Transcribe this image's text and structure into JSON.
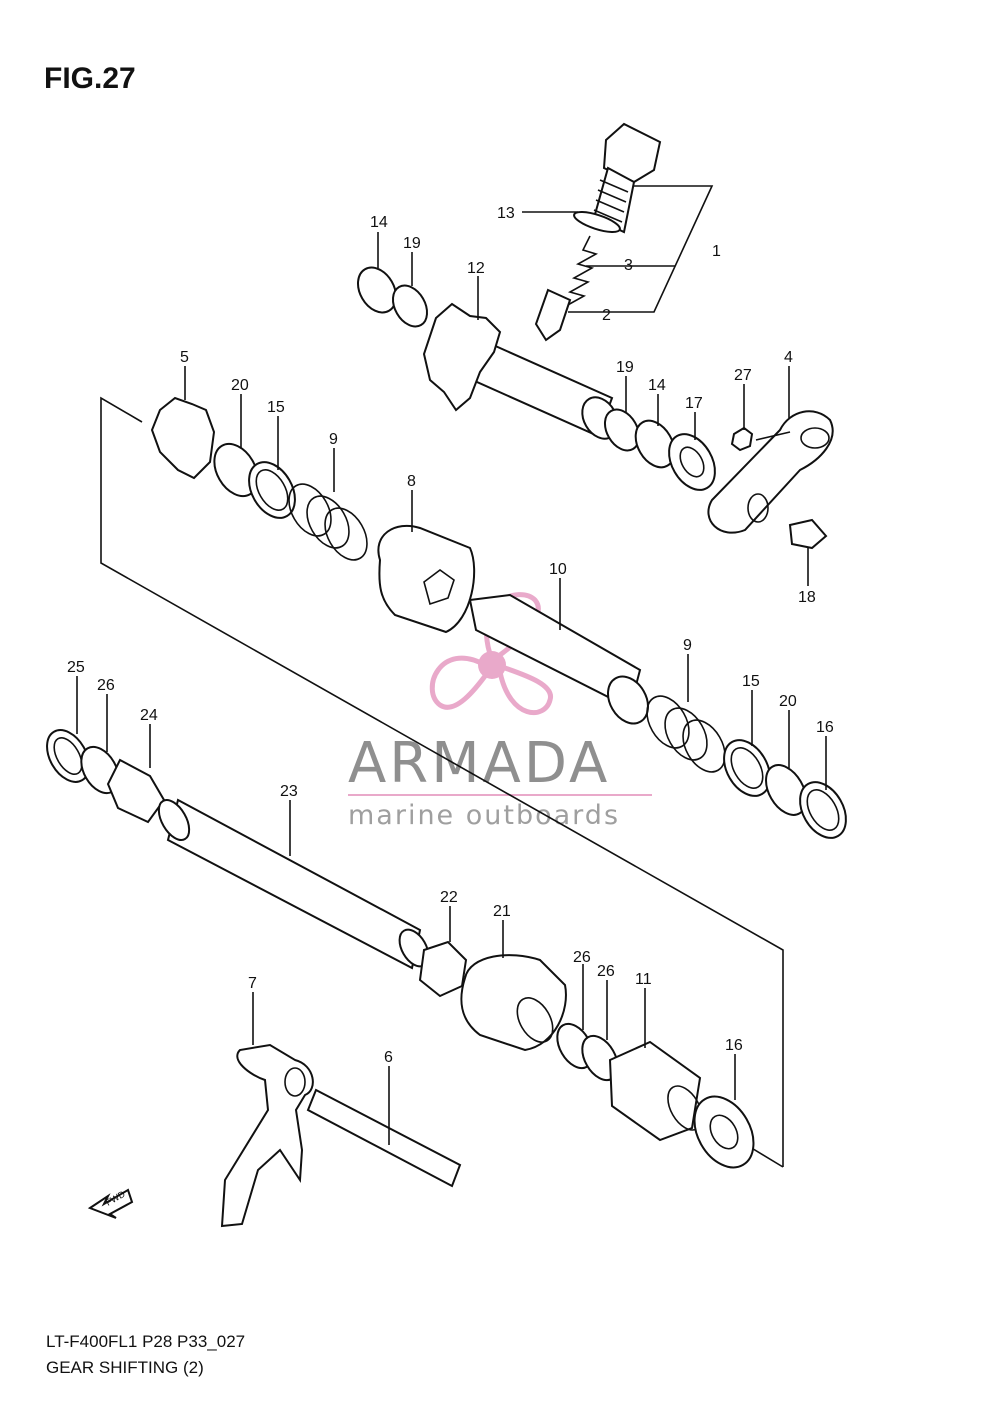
{
  "figure": {
    "title": "FIG.27",
    "code": "LT-F400FL1 P28 P33_027",
    "name": "GEAR SHIFTING (2)"
  },
  "watermark": {
    "brand": "ARMADA",
    "tagline": "marine outboards",
    "colors": {
      "pink": "#e8a5c8",
      "gray": "#8a8a8a",
      "line": "#e8a5c8"
    }
  },
  "fwd_arrow": {
    "label": "FWD",
    "icon": "fwd-arrow-icon"
  },
  "callouts": [
    {
      "id": "c1",
      "label": "1"
    },
    {
      "id": "c13",
      "label": "13"
    },
    {
      "id": "c3",
      "label": "3"
    },
    {
      "id": "c2",
      "label": "2"
    },
    {
      "id": "c14a",
      "label": "14"
    },
    {
      "id": "c19a",
      "label": "19"
    },
    {
      "id": "c12",
      "label": "12"
    },
    {
      "id": "c5",
      "label": "5"
    },
    {
      "id": "c20a",
      "label": "20"
    },
    {
      "id": "c15a",
      "label": "15"
    },
    {
      "id": "c9a",
      "label": "9"
    },
    {
      "id": "c19b",
      "label": "19"
    },
    {
      "id": "c14b",
      "label": "14"
    },
    {
      "id": "c17",
      "label": "17"
    },
    {
      "id": "c27",
      "label": "27"
    },
    {
      "id": "c4",
      "label": "4"
    },
    {
      "id": "c8",
      "label": "8"
    },
    {
      "id": "c10",
      "label": "10"
    },
    {
      "id": "c18",
      "label": "18"
    },
    {
      "id": "c9b",
      "label": "9"
    },
    {
      "id": "c15b",
      "label": "15"
    },
    {
      "id": "c20b",
      "label": "20"
    },
    {
      "id": "c16a",
      "label": "16"
    },
    {
      "id": "c25",
      "label": "25"
    },
    {
      "id": "c26a",
      "label": "26"
    },
    {
      "id": "c24",
      "label": "24"
    },
    {
      "id": "c23",
      "label": "23"
    },
    {
      "id": "c22",
      "label": "22"
    },
    {
      "id": "c21",
      "label": "21"
    },
    {
      "id": "c26b",
      "label": "26"
    },
    {
      "id": "c26c",
      "label": "26"
    },
    {
      "id": "c11",
      "label": "11"
    },
    {
      "id": "c16b",
      "label": "16"
    },
    {
      "id": "c7",
      "label": "7"
    },
    {
      "id": "c6",
      "label": "6"
    }
  ]
}
